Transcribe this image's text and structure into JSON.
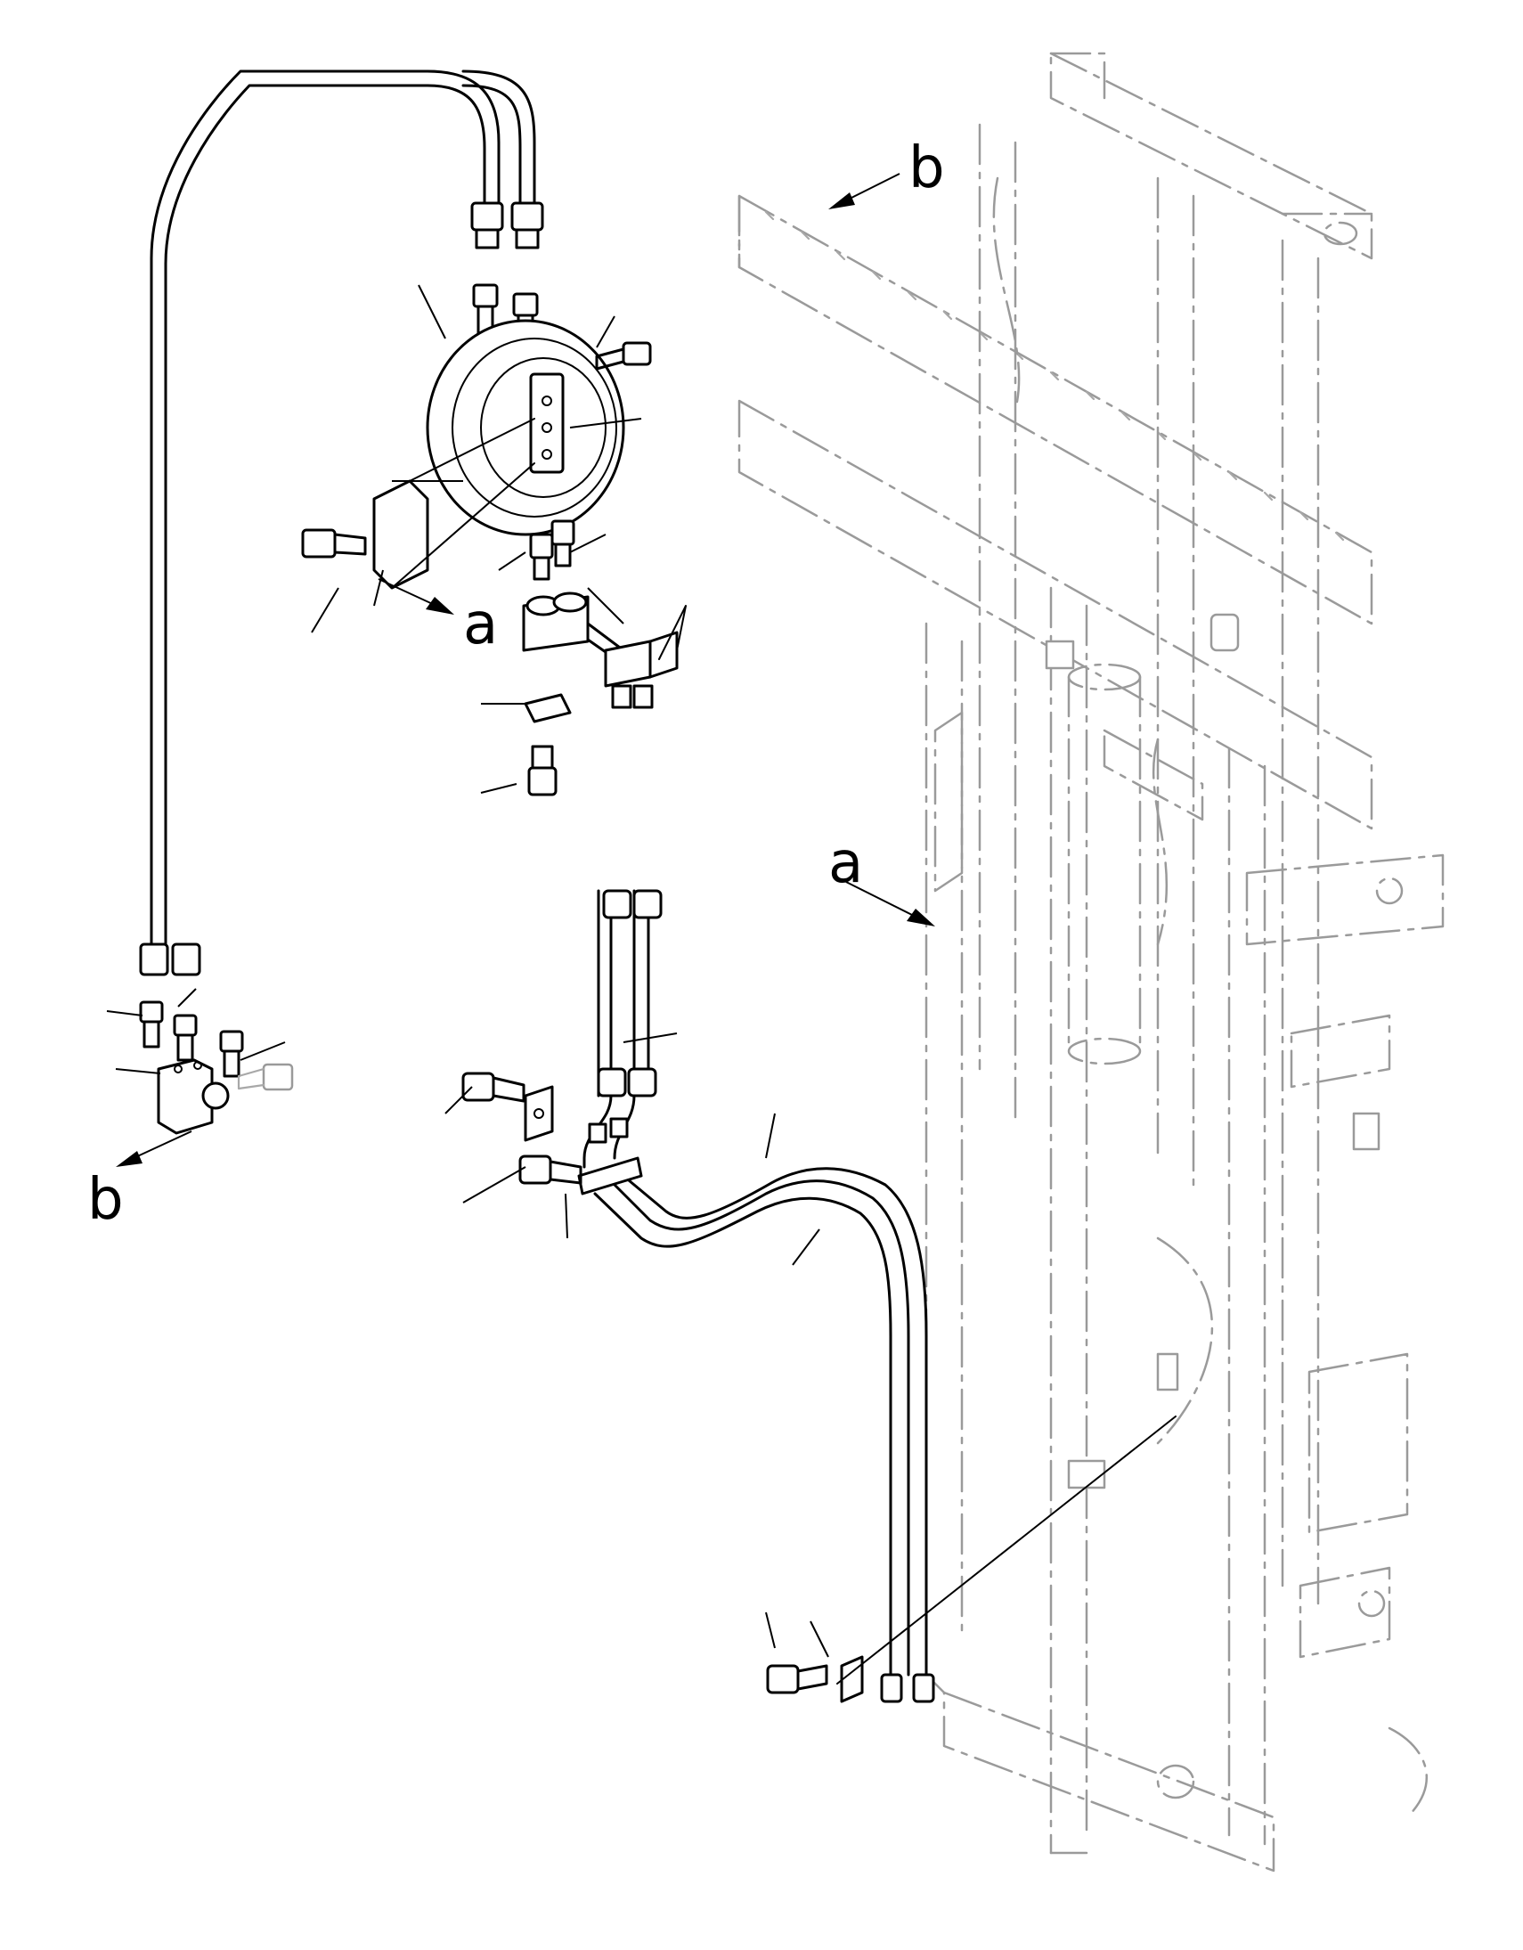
{
  "diagram": {
    "view_markers": {
      "a_left": "a",
      "a_right": "a",
      "b_left": "b",
      "b_top": "b"
    },
    "colors": {
      "line": "#000000",
      "ghost": "#9a9a9a",
      "background": "#ffffff"
    }
  }
}
